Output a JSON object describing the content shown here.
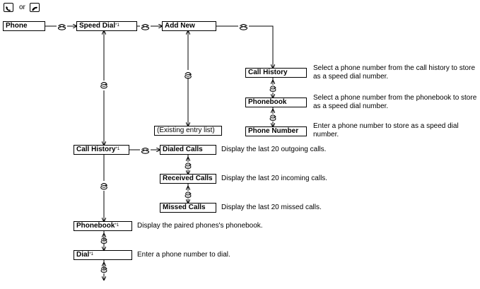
{
  "header": {
    "or_text": "or"
  },
  "nodes": {
    "phone": "Phone",
    "speed_dial": "Speed Dial",
    "add_new": "Add New",
    "call_history_sd": "Call History",
    "phonebook_sd": "Phonebook",
    "phone_number": "Phone Number",
    "existing_entry": "(Existing entry list)",
    "call_history": "Call History",
    "dialed_calls": "Dialed Calls",
    "received_calls": "Received Calls",
    "missed_calls": "Missed Calls",
    "phonebook": "Phonebook",
    "dial": "Dial"
  },
  "footnote_mark": "*1",
  "descriptions": {
    "call_history_sd": "Select a phone number from the call history to store as a speed dial number.",
    "phonebook_sd": "Select a phone number from the phonebook to store as a speed dial number.",
    "phone_number": "Enter a phone number to store as a speed dial number.",
    "dialed_calls": "Display the last 20 outgoing calls.",
    "received_calls": "Display the last 20 incoming calls.",
    "missed_calls": "Display the last 20 missed calls.",
    "phonebook": "Display the paired phones's phonebook.",
    "dial": "Enter a phone number to dial."
  },
  "icons": {
    "header": [
      "phone-button-icon",
      "pickup-button-icon"
    ],
    "connector": [
      "press-knob-icon",
      "rotate-knob-icon"
    ]
  }
}
